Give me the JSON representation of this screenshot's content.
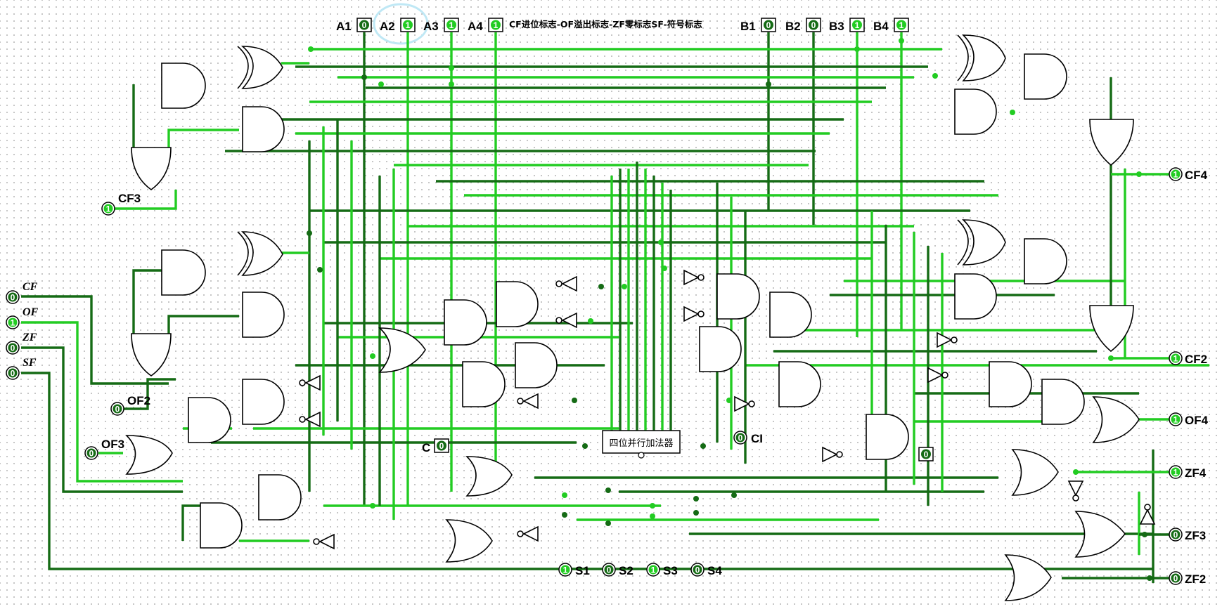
{
  "title": "CF进位标志-OF溢出标志-ZF零标志SF-符号标志",
  "colors": {
    "wire_on": "#22cc22",
    "wire_off": "#156b15",
    "pin_on": "#22cc22",
    "pin_off": "#156b15"
  },
  "inputs_top": [
    {
      "label": "A1",
      "value": "0"
    },
    {
      "label": "A2",
      "value": "1"
    },
    {
      "label": "A3",
      "value": "1"
    },
    {
      "label": "A4",
      "value": "1"
    },
    {
      "label": "B1",
      "value": "0"
    },
    {
      "label": "B2",
      "value": "0"
    },
    {
      "label": "B3",
      "value": "1"
    },
    {
      "label": "B4",
      "value": "1"
    }
  ],
  "inputs_left": [
    {
      "label": "CF",
      "value": "0"
    },
    {
      "label": "OF",
      "value": "1"
    },
    {
      "label": "ZF",
      "value": "0"
    },
    {
      "label": "SF",
      "value": "0"
    }
  ],
  "carry_in": {
    "label": "C",
    "value": "0"
  },
  "ci_output": {
    "label": "CI",
    "value": "0"
  },
  "adder": {
    "label": "四位并行加法器"
  },
  "const_input": {
    "value": "0"
  },
  "outputs_left": [
    {
      "label": "CF3",
      "value": "1"
    },
    {
      "label": "OF2",
      "value": "0"
    },
    {
      "label": "OF3",
      "value": "0"
    }
  ],
  "outputs_right": [
    {
      "label": "CF4",
      "value": "1"
    },
    {
      "label": "CF2",
      "value": "1"
    },
    {
      "label": "OF4",
      "value": "1"
    },
    {
      "label": "ZF4",
      "value": "1"
    },
    {
      "label": "ZF3",
      "value": "0"
    },
    {
      "label": "ZF2",
      "value": "0"
    }
  ],
  "outputs_bottom": [
    {
      "label": "S1",
      "value": "1"
    },
    {
      "label": "S2",
      "value": "0"
    },
    {
      "label": "S3",
      "value": "1"
    },
    {
      "label": "S4",
      "value": "0"
    }
  ]
}
